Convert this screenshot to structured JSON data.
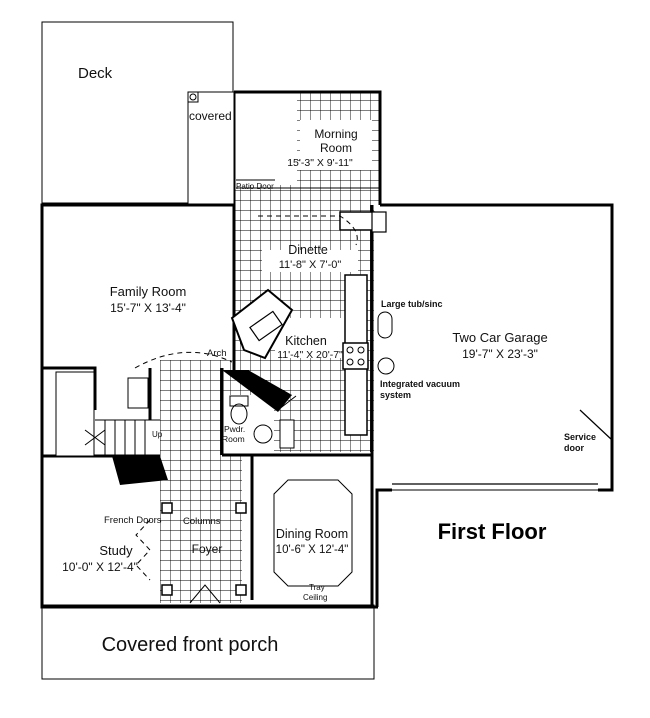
{
  "title": "First Floor",
  "rooms": {
    "deck": "Deck",
    "covered": "covered",
    "morning_room": {
      "name_line1": "Morning",
      "name_line2": "Room",
      "size": "15'-3\" X 9'-11\""
    },
    "patio_door": "Patio Door",
    "dinette": {
      "name": "Dinette",
      "size": "11'-8\" X 7'-0\""
    },
    "family_room": {
      "name": "Family Room",
      "size": "15'-7\" X 13'-4\""
    },
    "kitchen": {
      "name": "Kitchen",
      "size": "11'-4\" X 20'-7\""
    },
    "arch": "Arch",
    "garage": {
      "name": "Two Car Garage",
      "size": "19'-7\" X 23'-3\""
    },
    "pwdr_room": {
      "line1": "Pwdr.",
      "line2": "Room"
    },
    "up": "Up",
    "french_doors": "French Doors",
    "columns": "Columns",
    "study": {
      "name": "Study",
      "size": "10'-0\" X 12'-4\""
    },
    "foyer": "Foyer",
    "dining_room": {
      "name": "Dining Room",
      "size": "10'-6\" X 12'-4\""
    },
    "tray_ceiling": {
      "line1": "Tray",
      "line2": "Ceiling"
    },
    "covered_porch": "Covered front porch"
  },
  "annotations": {
    "large_tub": "Large tub/sinc",
    "vacuum": {
      "line1": "Integrated vacuum",
      "line2": "system"
    },
    "service_door": {
      "line1": "Service",
      "line2": "door"
    }
  }
}
